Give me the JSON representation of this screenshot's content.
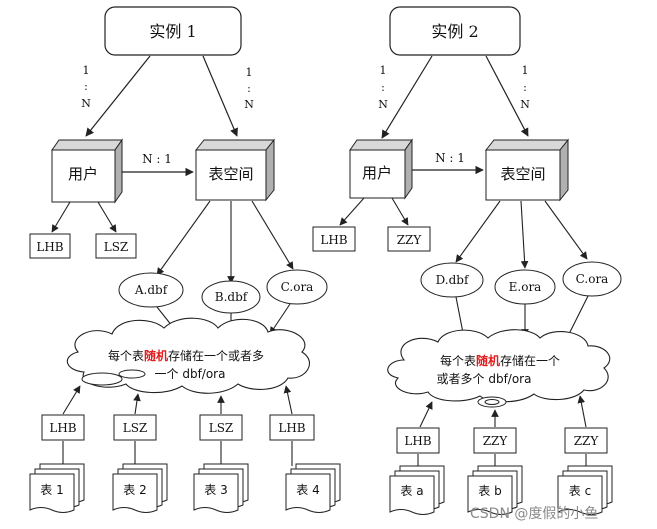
{
  "colors": {
    "stroke": "#222222",
    "highlight": "#e02020",
    "cube_top": "#d8d8d8",
    "cube_side": "#b0b0b0",
    "watermark": "#8a8a8a"
  },
  "instance1": {
    "title": "实例 1",
    "mult_left": [
      "1",
      ":",
      "N"
    ],
    "mult_right": [
      "1",
      ":",
      "N"
    ],
    "user": "用户",
    "tablespace": "表空间",
    "relation": "N : 1",
    "user_tags": [
      "LHB",
      "LSZ"
    ],
    "files": [
      "A.dbf",
      "B.dbf",
      "C.ora"
    ],
    "cloud": {
      "pre": "每个表",
      "highlight": "随机",
      "post": "存储在一个或者多",
      "line2": "一个 dbf/ora"
    },
    "owners": [
      "LHB",
      "LSZ",
      "LSZ",
      "LHB"
    ],
    "tables": [
      "表 1",
      "表 2",
      "表 3",
      "表 4"
    ]
  },
  "instance2": {
    "title": "实例 2",
    "mult_left": [
      "1",
      ":",
      "N"
    ],
    "mult_right": [
      "1",
      ":",
      "N"
    ],
    "user": "用户",
    "tablespace": "表空间",
    "relation": "N : 1",
    "user_tags": [
      "LHB",
      "ZZY"
    ],
    "files": [
      "D.dbf",
      "E.ora",
      "C.ora"
    ],
    "cloud": {
      "pre": "每个表",
      "highlight": "随机",
      "post": "存储在一个",
      "line2": "或者多个 dbf/ora"
    },
    "owners": [
      "LHB",
      "ZZY",
      "ZZY"
    ],
    "tables": [
      "表 a",
      "表 b",
      "表 c"
    ]
  },
  "watermark": "CSDN @度假的小鱼"
}
